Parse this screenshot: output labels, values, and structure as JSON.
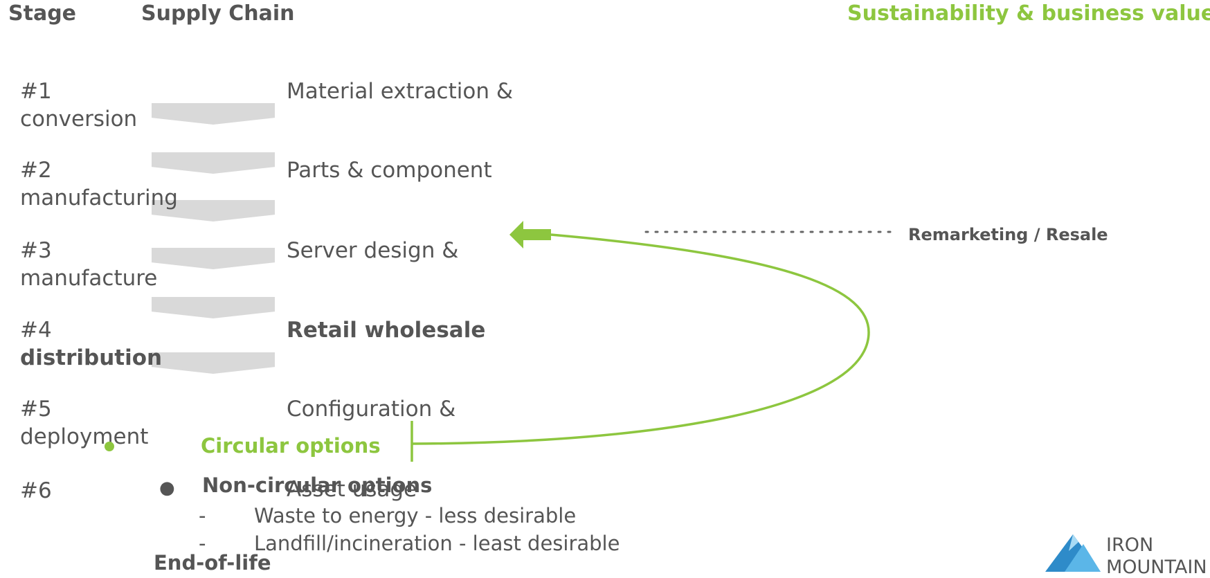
{
  "header": {
    "stage": "Stage",
    "supply_chain": "Supply Chain",
    "sustainability": "Sustainability & business value"
  },
  "stages": [
    {
      "num": "#1",
      "name": "conversion",
      "chain": "Material extraction &",
      "highlight": false
    },
    {
      "num": "#2",
      "name": "manufacturing",
      "chain": "Parts & component",
      "highlight": false
    },
    {
      "num": "#3",
      "name": "manufacture",
      "chain": "Server  design &",
      "highlight": false
    },
    {
      "num": "#4",
      "name": "distribution",
      "chain": "Retail wholesale",
      "highlight": true
    },
    {
      "num": "#5",
      "name": "deployment",
      "chain": "Configuration &",
      "highlight": false
    },
    {
      "num": "#6",
      "name": "",
      "chain": "Asset usage",
      "highlight": false
    }
  ],
  "end_of_life": "End-of-life",
  "circular_options": "Circular options",
  "non_circular": {
    "bullet": "●",
    "title": "Non-circular options",
    "items": [
      {
        "dash": "-",
        "text": "Waste to energy  - less desirable"
      },
      {
        "dash": "-",
        "text": "Landfill/incineration - least desirable"
      }
    ]
  },
  "remarketing": "Remarketing / Resale",
  "logo": {
    "line1": "IRON",
    "line2": "MOUNTAIN"
  },
  "colors": {
    "accent": "#8DC63F",
    "text": "#555555",
    "chevron": "#d9d9d9",
    "logo_blue": "#2E8BC9"
  }
}
